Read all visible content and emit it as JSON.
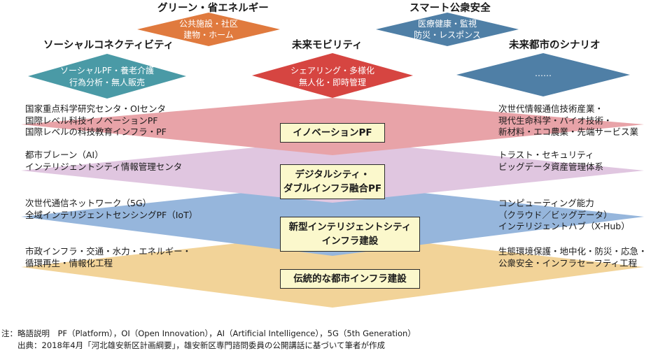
{
  "top_scenarios": [
    {
      "title": "グリーン・省エネルギー",
      "lines": [
        "公共施設・社区",
        "建物・ホーム"
      ],
      "color": "#e07a3e"
    },
    {
      "title": "スマート公衆安全",
      "lines": [
        "医療健康・監視",
        "防災・レスポンス"
      ],
      "color": "#4f7fa6"
    }
  ],
  "main_scenarios": [
    {
      "title": "ソーシャルコネクティビティ",
      "lines": [
        "ソーシャルPF・養老介護",
        "行為分析・無人販売"
      ],
      "color": "#4a9aa6"
    },
    {
      "title": "未来モビリティ",
      "lines": [
        "シェアリング・多様化",
        "無人化・即時管理"
      ],
      "color": "#d64541"
    },
    {
      "title": "未来都市のシナリオ",
      "lines": [
        "……"
      ],
      "color": "#4f7fa6"
    }
  ],
  "layers": [
    {
      "label": [
        "イノベーションPF"
      ],
      "color": "#e8a3a8",
      "left": [
        "国家重点科学研究センタ・OIセンタ",
        "国際レベル科技イノベーションPF",
        "国際レベルの科技教育インフラ・PF"
      ],
      "right": [
        "次世代情報通信技術産業・",
        "現代生命科学・バイオ技術・",
        "新材料・エコ農業・先端サービス業"
      ]
    },
    {
      "label": [
        "デジタルシティ・",
        "ダブルインフラ融合PF"
      ],
      "color": "#e0c6e0",
      "left": [
        "都市ブレーン（AI）",
        "インテリジェントシティ情報管理センタ"
      ],
      "right": [
        "トラスト・セキュリティ",
        "ビッグデータ資産管理体系"
      ]
    },
    {
      "label": [
        "新型インテリジェントシティ",
        "インフラ建設"
      ],
      "color": "#96b6dc",
      "left": [
        "次世代通信ネットワーク（5G）",
        "全域インテリジェントセンシングPF（IoT）"
      ],
      "right": [
        "コンピューティング能力",
        "（クラウド／ビッグデータ）",
        "インテリジェントハブ（X-Hub）"
      ]
    },
    {
      "label": [
        "伝統的な都市インフラ建設"
      ],
      "color": "#f2d398",
      "left": [
        "市政インフラ・交通・水力・エネルギー・",
        "循環再生・情報化工程"
      ],
      "right": [
        "生態環境保護・地中化・防災・応急・",
        "公衆安全・インフラセーフティ工程"
      ]
    }
  ],
  "notes": [
    "注：略語説明　PF（Platform），OI（Open Innovation），AI（Artificial Intelligence），5G（5th Generation）",
    "　　出典：2018年4月「河北雄安新区計画綱要」，雄安新区専門諮問委員の公開講話に基づいて筆者が作成"
  ]
}
